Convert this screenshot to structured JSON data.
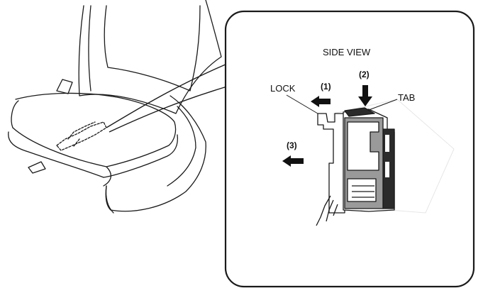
{
  "labels": {
    "title": "SIDE VIEW",
    "lock": "LOCK",
    "tab": "TAB",
    "step1": "(1)",
    "step2": "(2)",
    "step3": "(3)"
  },
  "icons": {
    "arrow_step1": "arrow-left-icon",
    "arrow_step2": "arrow-down-icon",
    "arrow_step3": "arrow-left-icon"
  },
  "colors": {
    "line": "#1a1a1a",
    "fill_dark": "#2b2b2b",
    "fill_gray": "#9a9a9a",
    "background": "#ffffff"
  }
}
